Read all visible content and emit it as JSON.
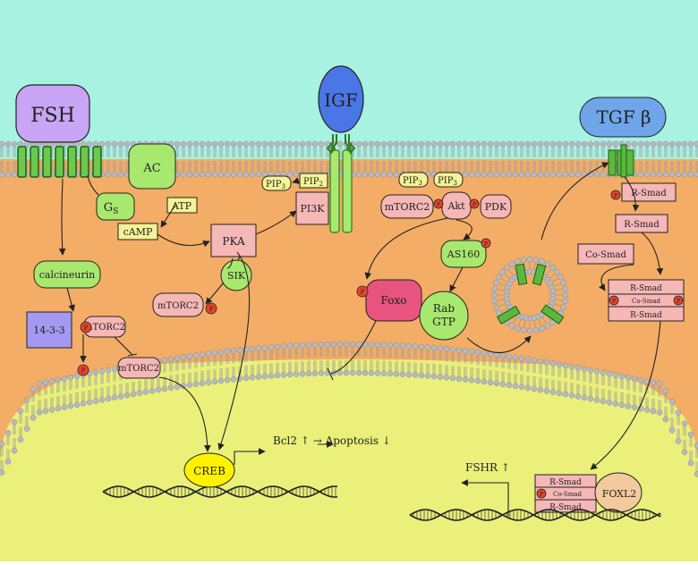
{
  "labels": {
    "fsh": "FSH",
    "igf": "IGF",
    "tgf": "TGF β",
    "ac": "AC",
    "gs_main": "G",
    "gs_sub": "S",
    "atp": "ATP",
    "camp": "cAMP",
    "pka": "PKA",
    "pi3k": "PI3K",
    "pip2_main": "PIP",
    "pip2_sub": "2",
    "pip3_main": "PIP",
    "pip3_sub": "3",
    "calcineurin": "calcineurin",
    "p1433": "14-3-3",
    "mtorc2": "mTORC2",
    "sik": "SIK",
    "akt": "Akt",
    "pdk": "PDK",
    "as160": "AS160",
    "foxo": "Foxo",
    "rab_line1": "Rab",
    "rab_line2": "GTP",
    "rsmad": "R-Smad",
    "cosmad": "Co-Smad",
    "p": "P",
    "creb": "CREB",
    "bcl2": "Bcl2 ↑ → Apoptosis ↓",
    "fshr": "FSHR ↑",
    "foxl2": "FOXL2"
  },
  "colors": {
    "extracellular": "#a8f2e2",
    "cytoplasm": "#f3ad66",
    "nucleus": "#eaf07a",
    "fsh": "#c9a5f5",
    "igf": "#4b76e6",
    "tgf": "#6fa6ea",
    "green_box": "#a8e86e",
    "yellow_box": "#f4f396",
    "pink_box": "#f6b7b7",
    "foxo": "#e6547f",
    "phospho": "#e8442d",
    "creb": "#fff200",
    "p1433": "#a598f2",
    "foxl2": "#f3ca9d",
    "receptor_green": "#5ab83c"
  }
}
